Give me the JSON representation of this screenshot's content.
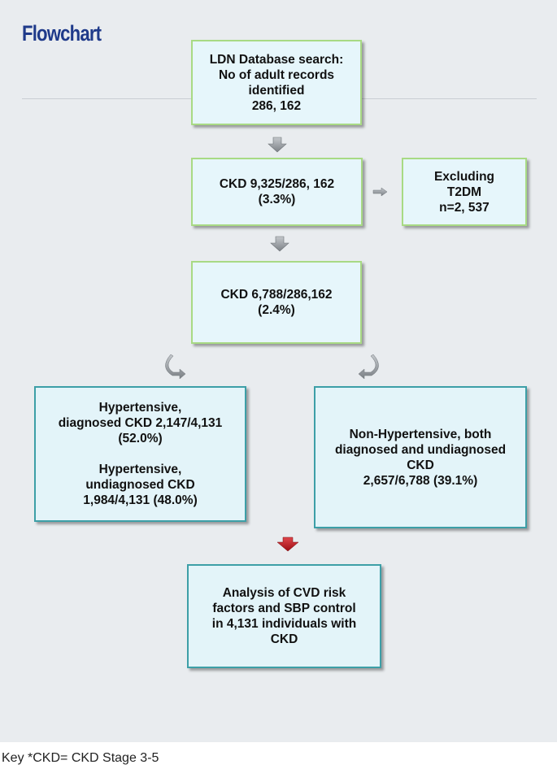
{
  "title": "Flowchart",
  "boxes": {
    "search": "LDN Database search:\nNo of adult records\nidentified\n286, 162",
    "ckd1": "CKD 9,325/286, 162\n(3.3%)",
    "exclude": "Excluding\nT2DM\nn=2, 537",
    "ckd2": "CKD 6,788/286,162\n(2.4%)",
    "hyper_a": "Hypertensive,\ndiagnosed CKD 2,147/4,131\n(52.0%)",
    "hyper_b": "Hypertensive,\nundiagnosed CKD\n1,984/4,131 (48.0%)",
    "nonhyper": "Non-Hypertensive, both\ndiagnosed and undiagnosed\nCKD\n2,657/6,788 (39.1%)",
    "analysis": "Analysis of CVD risk\nfactors and SBP control\nin 4,131 individuals with\nCKD"
  },
  "key": "Key *CKD= CKD Stage 3-5",
  "colors": {
    "title": "#1f3a8a",
    "box_fill": "#e6f6fb",
    "box_border_green": "#a8da84",
    "box_border_teal": "#3d9fa7",
    "arrow_gray": "#8a8f94",
    "arrow_red": "#c0141c"
  }
}
